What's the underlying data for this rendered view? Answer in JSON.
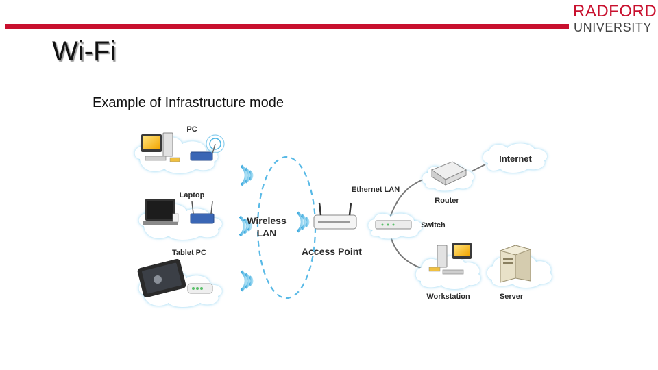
{
  "logo": {
    "top": "RADFORD",
    "bottom": "UNIVERSITY"
  },
  "slide": {
    "title": "Wi-Fi",
    "subtitle": "Example of Infrastructure mode"
  },
  "diagram": {
    "labels": {
      "pc": "PC",
      "laptop": "Laptop",
      "tablet": "Tablet PC",
      "wireless_line1": "Wireless",
      "wireless_line2": "LAN",
      "access_point": "Access Point",
      "ethernet": "Ethernet LAN",
      "router": "Router",
      "internet": "Internet",
      "switch": "Switch",
      "workstation": "Workstation",
      "server": "Server"
    },
    "colors": {
      "cloud_fill": "#ffffff",
      "cloud_edge": "#bfe6f7",
      "wave": "#4fb6e3",
      "link": "#666666",
      "accent": "#c8102e"
    }
  }
}
